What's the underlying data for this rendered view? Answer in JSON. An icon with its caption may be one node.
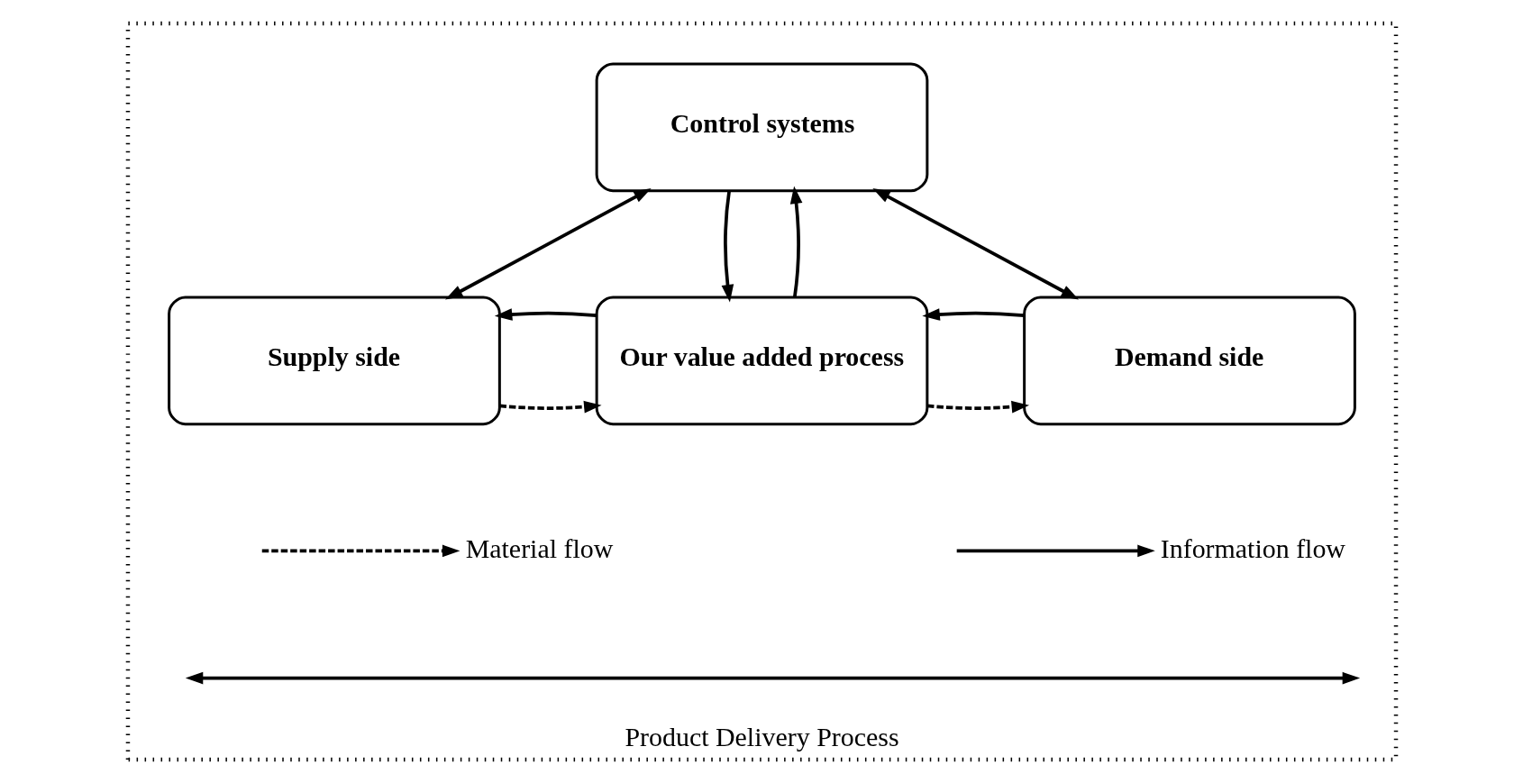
{
  "diagram": {
    "nodes": [
      {
        "text": [
          "Product Delivery Process"
        ]
      },
      {
        "text": [
          "Control systems"
        ],
        "in": 0
      },
      {
        "text": [
          "Supply side"
        ],
        "in": 0
      },
      {
        "text": [
          "Our value added process"
        ],
        "in": 0
      },
      {
        "text": [
          "Demand side"
        ],
        "in": 0
      }
    ],
    "edges": [
      {
        "from": 1,
        "to": 2,
        "arrow": "both"
      },
      {
        "from": 1,
        "to": 3,
        "arrow": "to"
      },
      {
        "from": 3,
        "to": 1,
        "arrow": "to"
      },
      {
        "from": 1,
        "to": 4,
        "arrow": "both"
      },
      {
        "from": 2,
        "to": 3,
        "arrow": "to",
        "style": "dashed"
      },
      {
        "from": 3,
        "to": 2,
        "arrow": "to"
      },
      {
        "from": 3,
        "to": 4,
        "arrow": "to",
        "style": "dashed"
      },
      {
        "from": 4,
        "to": 3,
        "arrow": "to"
      }
    ],
    "legend": [
      {
        "text": "Material flow"
      },
      {
        "text": "Information flow"
      }
    ]
  }
}
